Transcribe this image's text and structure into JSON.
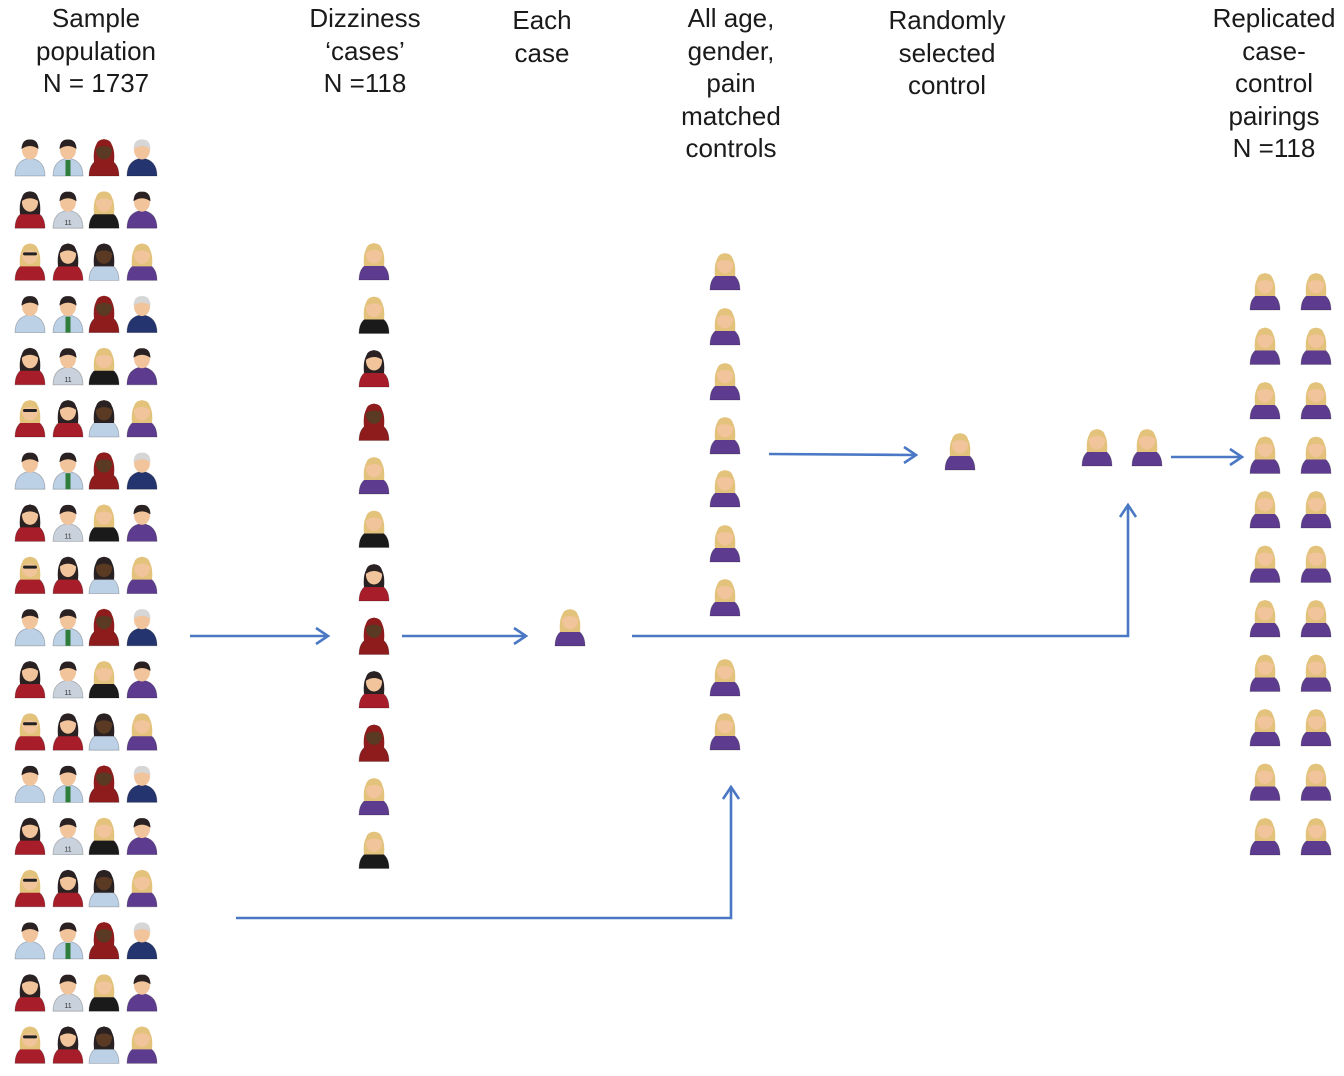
{
  "figure": {
    "colors": {
      "arrow": "#4a78c4",
      "background": "#ffffff",
      "skin": "#f2c49b",
      "skin_dark": "#5a3a22",
      "hair_blonde": "#e3c27c",
      "hair_dark": "#2a2222",
      "hair_gray": "#d6d6d6",
      "headscarf": "#8e1c1c",
      "shirt_lightblue": "#bcd0e6",
      "shirt_navy": "#24346e",
      "shirt_green": "#2f7d3a",
      "shirt_red": "#a81d2a",
      "shirt_purple": "#5d3c8f",
      "shirt_black": "#1a1a1a",
      "shirt_gray": "#c9d2dc"
    },
    "icon_types": [
      "man-lightblue",
      "man-green-tie",
      "woman-red-headscarf",
      "elder-navy",
      "woman-red-top",
      "boy-number-shirt",
      "woman-black-dress",
      "man-purple-vest",
      "woman-pink-sunglasses",
      "woman-blonde-purple",
      "woman-dark-skin-lightblue"
    ],
    "columns": [
      {
        "id": "sample-population",
        "header": [
          "Sample",
          "population",
          "N = 1737"
        ]
      },
      {
        "id": "dizziness-cases",
        "header": [
          "Dizziness",
          "‘cases’",
          "N =118"
        ]
      },
      {
        "id": "each-case",
        "header": [
          "Each",
          "case"
        ]
      },
      {
        "id": "matched-controls",
        "header": [
          "All age,",
          "gender,",
          "pain",
          "matched",
          "controls"
        ]
      },
      {
        "id": "random-control",
        "header": [
          "Randomly",
          "selected",
          "control"
        ]
      },
      {
        "id": "replicated-pairings",
        "header": [
          "Replicated",
          "case-",
          "control",
          "pairings",
          "N =118"
        ]
      }
    ],
    "sample_population": {
      "rows": 18,
      "icons_per_row": 4,
      "row_patterns": [
        [
          "man-lightblue",
          "man-green-tie",
          "woman-red-headscarf",
          "elder-navy"
        ],
        [
          "woman-red-top",
          "boy-number-shirt",
          "woman-black-dress",
          "man-purple-vest"
        ],
        [
          "woman-pink-sunglasses",
          "woman-red-top",
          "woman-dark-skin-lightblue",
          "woman-blonde-purple"
        ]
      ]
    },
    "cases": [
      "woman-blonde-purple",
      "woman-black-dress",
      "woman-red-top",
      "woman-red-headscarf",
      "woman-blonde-purple",
      "woman-black-dress",
      "woman-red-top",
      "woman-red-headscarf",
      "woman-red-top",
      "woman-red-headscarf",
      "woman-blonde-purple",
      "woman-black-dress"
    ],
    "selected_case": "woman-blonde-purple",
    "matched_controls": {
      "count": 9,
      "icon": "woman-blonde-purple"
    },
    "random_control": "woman-blonde-purple",
    "pair": [
      "woman-blonde-purple",
      "woman-blonde-purple"
    ],
    "replicated_pairings": {
      "rows": 11,
      "icons_per_row": 2,
      "icon": "woman-blonde-purple"
    }
  }
}
